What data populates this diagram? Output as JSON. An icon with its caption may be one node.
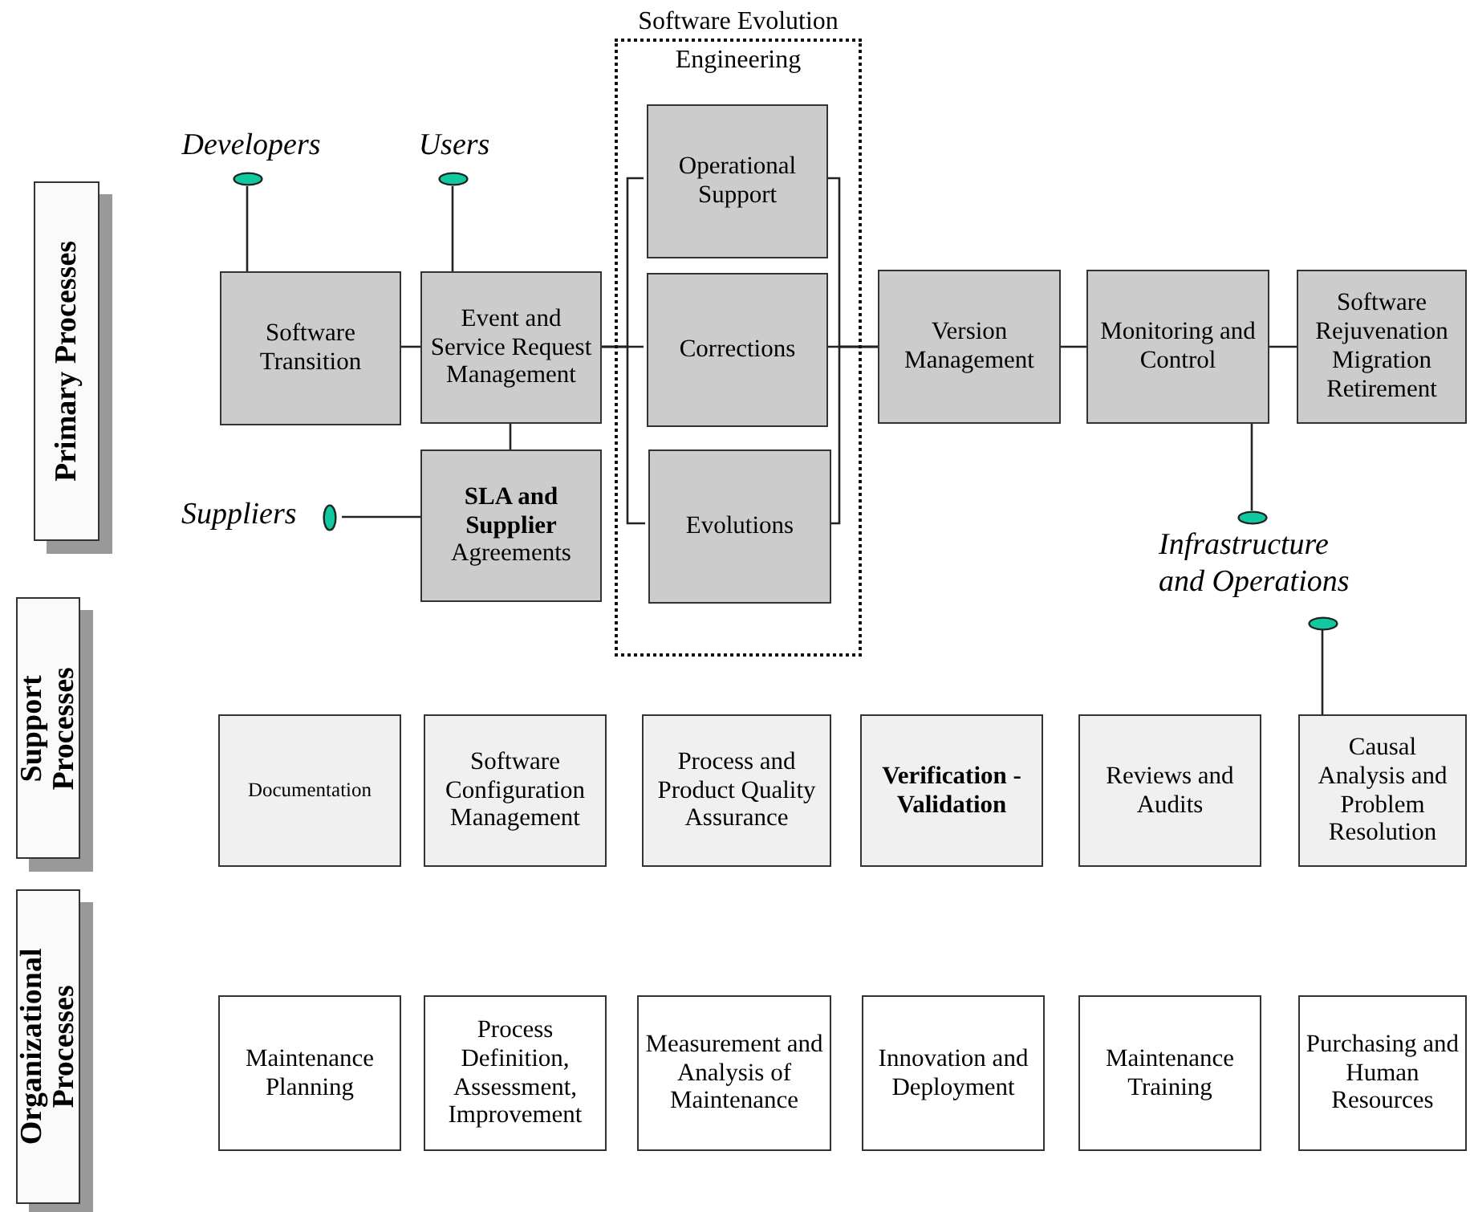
{
  "diagram": {
    "nodes": [
      {
        "text": [
          "Primary Processes"
        ]
      },
      {
        "text": [
          "Support Processes"
        ]
      },
      {
        "text": [
          "Organizational Processes"
        ]
      },
      {
        "text": [
          "Developers"
        ]
      },
      {
        "text": [
          "Users"
        ]
      },
      {
        "text": [
          "Software Transition"
        ]
      },
      {
        "text": [
          "Event and Service Request Management"
        ]
      },
      {
        "text": [
          "Suppliers"
        ]
      },
      {
        "text": [
          "**SLA and Supplier** Agreements"
        ]
      },
      {
        "text": [
          "Software Evolution",
          "Engineering"
        ]
      },
      {
        "text": [
          "Operational Support"
        ],
        "in": 9
      },
      {
        "text": [
          "Corrections"
        ],
        "in": 9
      },
      {
        "text": [
          "Evolutions"
        ],
        "in": 9
      },
      {
        "text": [
          "Version Management"
        ]
      },
      {
        "text": [
          "Monitoring and Control"
        ]
      },
      {
        "text": [
          "Software Rejuvenation Migration Retirement"
        ]
      },
      {
        "text": [
          "Infrastructure and Operations"
        ]
      },
      {
        "text": [
          "Documentation"
        ]
      },
      {
        "text": [
          "Software Configuration Management"
        ]
      },
      {
        "text": [
          "Process and Product Quality Assurance"
        ]
      },
      {
        "text": [
          "Verification - Validation"
        ]
      },
      {
        "text": [
          "Reviews and Audits"
        ]
      },
      {
        "text": [
          "Causal Analysis and Problem Resolution"
        ]
      },
      {
        "text": [
          "Maintenance Planning"
        ]
      },
      {
        "text": [
          "Process Definition, Assessment, Improvement"
        ]
      },
      {
        "text": [
          "Measurement and Analysis of Maintenance"
        ]
      },
      {
        "text": [
          "Innovation and Deployment"
        ]
      },
      {
        "text": [
          "Maintenance Training"
        ]
      },
      {
        "text": [
          "Purchasing and Human Resources"
        ]
      }
    ],
    "edges": [
      {
        "from": 3,
        "to": 5,
        "arrow": "none"
      },
      {
        "from": 4,
        "to": 6,
        "arrow": "none"
      },
      {
        "from": 5,
        "to": 6,
        "arrow": "none"
      },
      {
        "from": 6,
        "to": 8,
        "arrow": "none"
      },
      {
        "from": 7,
        "to": 8,
        "arrow": "none"
      },
      {
        "from": 6,
        "to": 10,
        "arrow": "none"
      },
      {
        "from": 6,
        "to": 11,
        "arrow": "none"
      },
      {
        "from": 6,
        "to": 12,
        "arrow": "none"
      },
      {
        "from": 10,
        "to": 13,
        "arrow": "none"
      },
      {
        "from": 11,
        "to": 13,
        "arrow": "none"
      },
      {
        "from": 12,
        "to": 13,
        "arrow": "none"
      },
      {
        "from": 13,
        "to": 14,
        "arrow": "none"
      },
      {
        "from": 14,
        "to": 15,
        "arrow": "none"
      },
      {
        "from": 14,
        "to": 16,
        "arrow": "none"
      },
      {
        "from": 16,
        "to": 22,
        "arrow": "none"
      }
    ]
  }
}
